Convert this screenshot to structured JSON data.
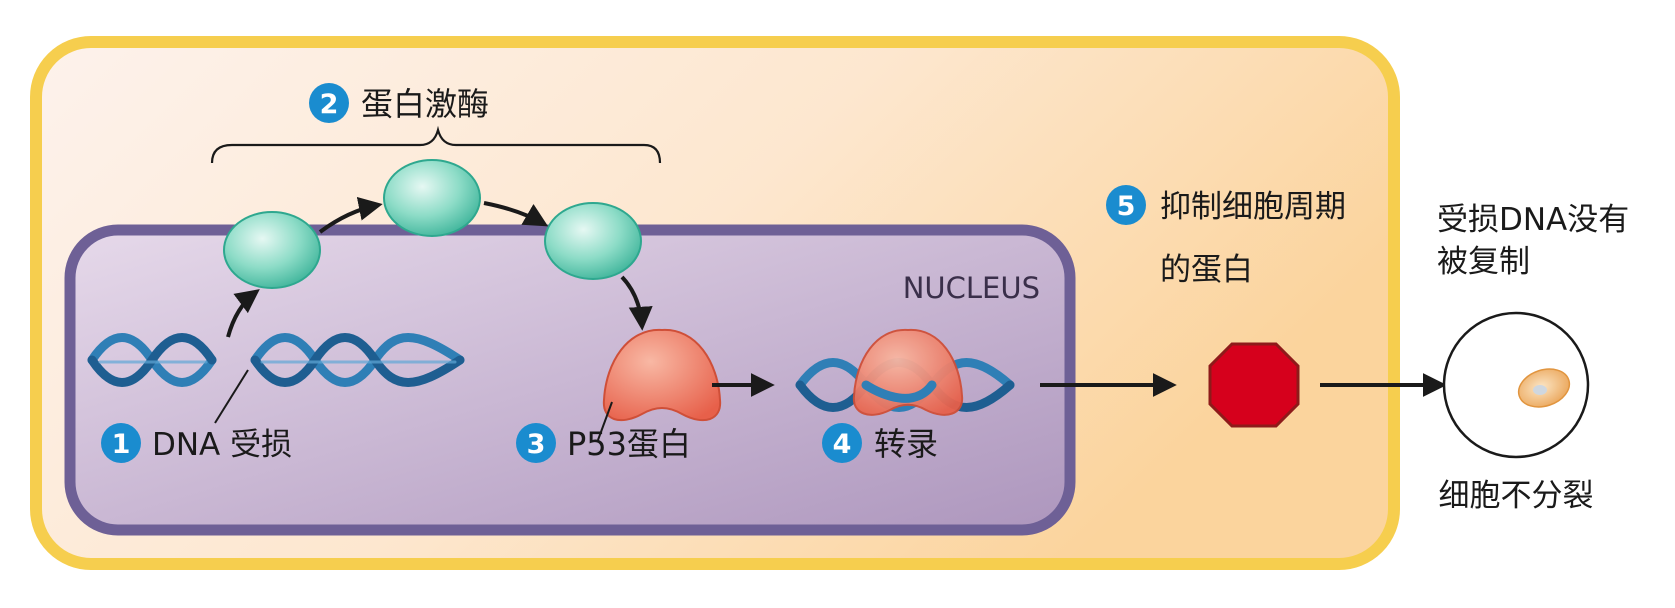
{
  "nucleus_label": "NUCLEUS",
  "steps": [
    {
      "number": "1",
      "label": "DNA 受损"
    },
    {
      "number": "2",
      "label": "蛋白激酶"
    },
    {
      "number": "3",
      "label": "P53蛋白"
    },
    {
      "number": "4",
      "label": "转录"
    },
    {
      "number": "5",
      "label_line1": "抑制细胞周期",
      "label_line2": "的蛋白"
    }
  ],
  "outcome": {
    "top_line1": "受损DNA没有",
    "top_line2": "被复制",
    "bottom": "细胞不分裂"
  },
  "colors": {
    "cell_border": "#f6ce4e",
    "cell_fill_left": "#fdf1ea",
    "cell_fill_right": "#fbd9a6",
    "nucleus_border": "#6e6096",
    "nucleus_fill": "#cbb6d2",
    "kinase": "#6fcfb8",
    "p53": "#ec6e57",
    "stop": "#d6001c",
    "step_badge": "#1a8ccf",
    "dna": "#2f7fb6"
  }
}
